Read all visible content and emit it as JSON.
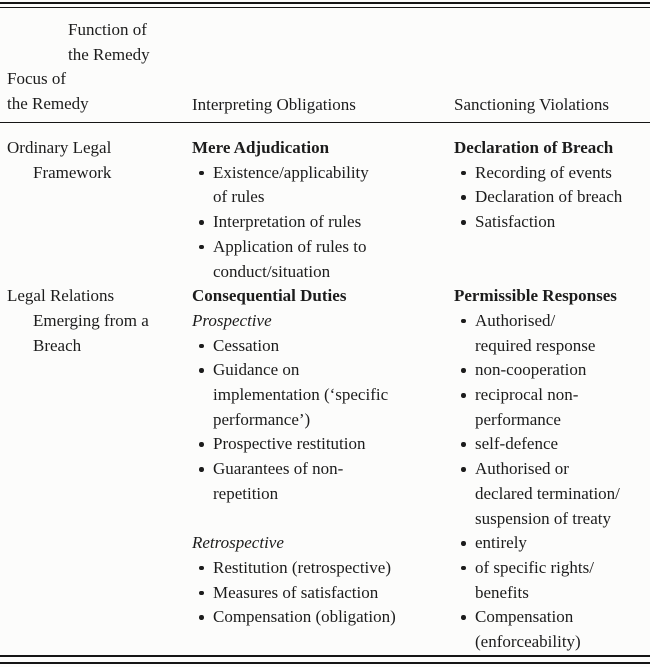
{
  "header": {
    "function_label": "Function of\nthe Remedy",
    "focus_label": "Focus of\nthe Remedy",
    "columns": [
      "Interpreting Obligations",
      "Sanctioning Violations"
    ]
  },
  "rows": [
    {
      "label": "Ordinary Legal\nFramework",
      "cells": [
        {
          "heading": "Mere Adjudication",
          "groups": [
            {
              "items": [
                "Existence/applicability\nof rules",
                "Interpretation of rules",
                "Application of rules to\nconduct/situation"
              ]
            }
          ]
        },
        {
          "heading": "Declaration of Breach",
          "groups": [
            {
              "items": [
                "Recording of events",
                "Declaration of breach",
                "Satisfaction"
              ]
            }
          ]
        }
      ]
    },
    {
      "label": "Legal Relations\nEmerging from a\nBreach",
      "cells": [
        {
          "heading": "Consequential Duties",
          "groups": [
            {
              "subheading": "Prospective",
              "items": [
                "Cessation",
                "Guidance on\nimplementation (‘specific\nperformance’)",
                "Prospective restitution",
                "Guarantees of non-\nrepetition"
              ]
            },
            {
              "subheading": "Retrospective",
              "items": [
                "Restitution (retrospective)",
                "Measures of satisfaction",
                "Compensation (obligation)"
              ]
            }
          ]
        },
        {
          "heading": "Permissible Responses",
          "groups": [
            {
              "items": [
                "Authorised/\nrequired response",
                "non-cooperation",
                "reciprocal non-\nperformance",
                "self-defence",
                "Authorised or\ndeclared termination/\nsuspension of treaty",
                "entirely",
                "of specific rights/\nbenefits",
                "Compensation\n(enforceability)"
              ]
            }
          ]
        }
      ]
    }
  ]
}
